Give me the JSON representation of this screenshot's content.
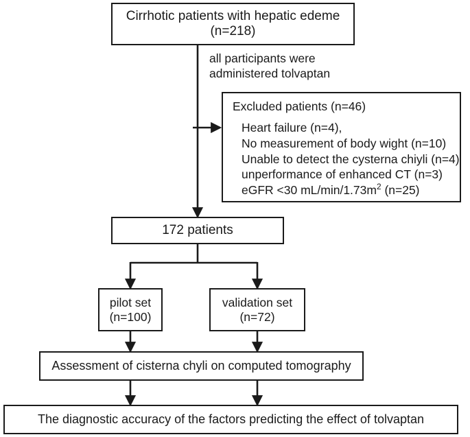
{
  "diagram": {
    "type": "flowchart",
    "title": "Study participant flow diagram",
    "stroke_color": "#1a1a1a",
    "background_color": "#ffffff",
    "nodes": {
      "cohort": {
        "label": "Cirrhotic patients with hepatic edeme\n(n=218)",
        "n": 218
      },
      "intervention_note": {
        "label": "all participants were\nadministered  tolvaptan"
      },
      "excluded": {
        "title": "Excluded patients (n=46)",
        "n": 46,
        "reasons": "Heart failure (n=4),\nNo measurement of body wight (n=10)\nUnable to detect the cysterna chiyli (n=4)\nunperformance of enhanced CT (n=3)",
        "reason_last_prefix": "eGFR <30 mL/min/1.73m",
        "reason_last_sup": "2",
        "reason_last_suffix": " (n=25)"
      },
      "included": {
        "label": "172 patients",
        "n": 172
      },
      "pilot": {
        "label": "pilot set\n(n=100)",
        "n": 100
      },
      "validation": {
        "label": "validation set\n(n=72)",
        "n": 72
      },
      "assessment": {
        "label": "Assessment of cisterna chyli on computed tomography"
      },
      "outcome": {
        "label": "The diagnostic accuracy of the factors predicting the effect of tolvaptan"
      }
    }
  }
}
